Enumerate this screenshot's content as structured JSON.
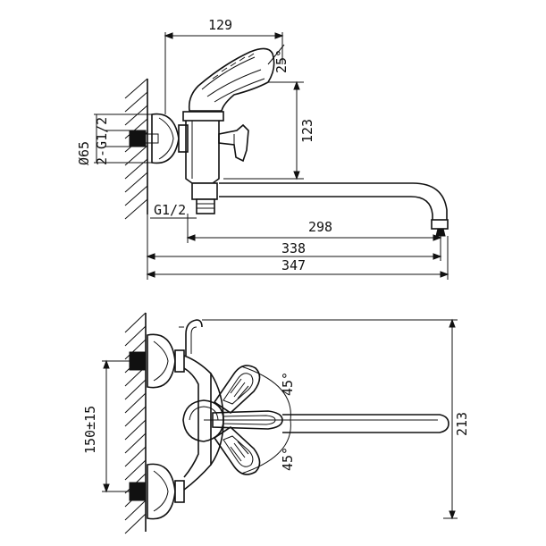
{
  "side_view": {
    "dim_top_width": "129",
    "dim_lever_angle": "25°",
    "dim_body_height": "123",
    "dim_flange_diameter": "Ø65",
    "dim_inlet_thread": "2-G1/2",
    "dim_outlet_thread": "G1/2",
    "dim_spout_reach": "298",
    "dim_overall_338": "338",
    "dim_overall_347": "347"
  },
  "front_view": {
    "dim_lever_angle_upper": "45°",
    "dim_lever_angle_lower": "45°",
    "dim_centers": "150±15",
    "dim_height": "213"
  }
}
